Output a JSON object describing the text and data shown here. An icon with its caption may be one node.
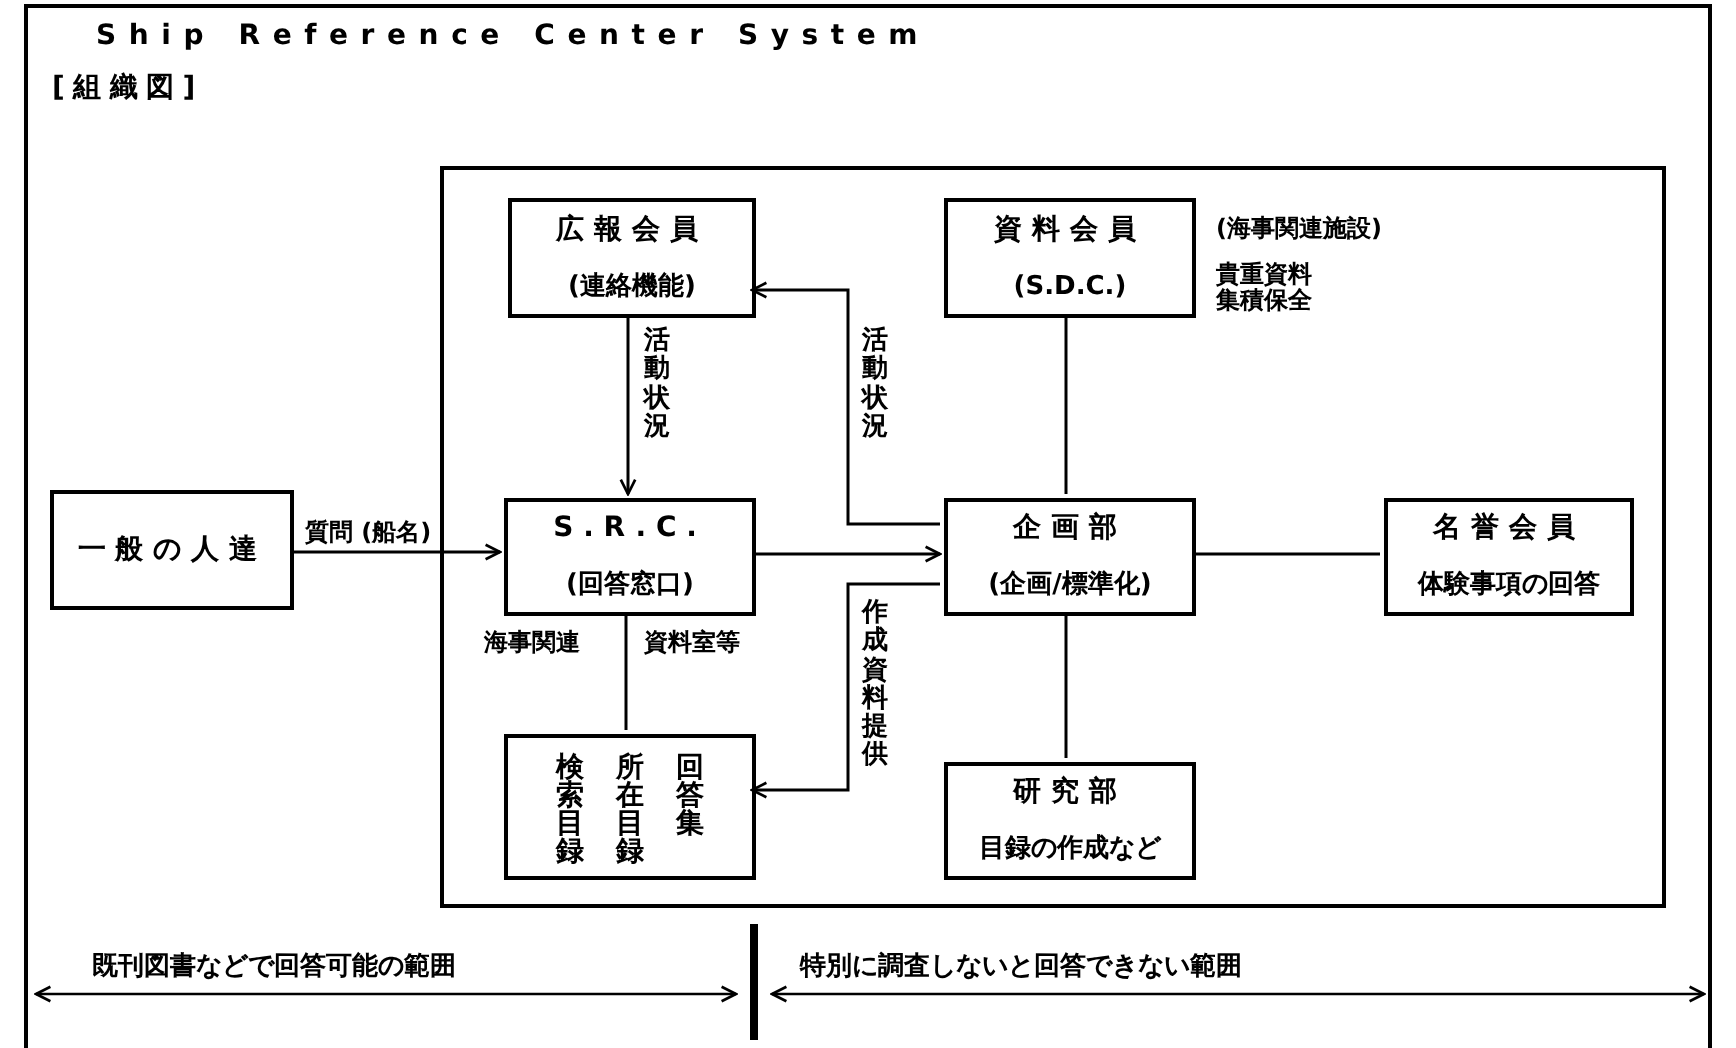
{
  "diagram": {
    "title": "Ship Reference Center System",
    "nodes": [
      {
        "text": [],
        "shape": "box"
      },
      {
        "text": [
          "広報会員",
          "(連絡機能)"
        ],
        "in": 0
      },
      {
        "text": [
          "資料会員",
          "(S.D.C.)"
        ],
        "in": 0,
        "beside": [
          "(海事関連施設)",
          "貴重資料集積保全"
        ]
      },
      {
        "text": [
          "一般の人達"
        ]
      },
      {
        "text": [
          "S.R.C.",
          "(回答窓口)"
        ],
        "in": 0
      },
      {
        "text": [
          "企画部",
          "(企画/標準化)"
        ],
        "in": 0
      },
      {
        "text": [
          "名誉会員",
          "体験事項の回答"
        ],
        "in": 0
      },
      {
        "text": [
          "検索目録",
          "所在目録",
          "回答集"
        ],
        "in": 0
      },
      {
        "text": [
          "研究部",
          "目録の作成など"
        ],
        "in": 0
      }
    ],
    "edges": [
      {
        "from": 3,
        "to": 4,
        "arrow": "to",
        "label": "質問 (船名)"
      },
      {
        "from": 1,
        "to": 4,
        "arrow": "to",
        "label": "活動状況"
      },
      {
        "from": 5,
        "to": 1,
        "arrow": "to",
        "label": "活動状況"
      },
      {
        "from": 2,
        "to": 5,
        "arrow": "none"
      },
      {
        "from": 4,
        "to": 5,
        "arrow": "to"
      },
      {
        "from": 4,
        "to": 7,
        "arrow": "none"
      },
      {
        "from": 5,
        "to": 7,
        "arrow": "to",
        "label": "作成資料提供"
      },
      {
        "from": 5,
        "to": 6,
        "arrow": "none"
      },
      {
        "from": 5,
        "to": 8,
        "arrow": "none"
      }
    ],
    "labels": [
      "[組織図]",
      "海事関連",
      "資料室等",
      "既刊図書などで回答可能の範囲",
      "特別に調査しないと回答できない範囲"
    ]
  }
}
